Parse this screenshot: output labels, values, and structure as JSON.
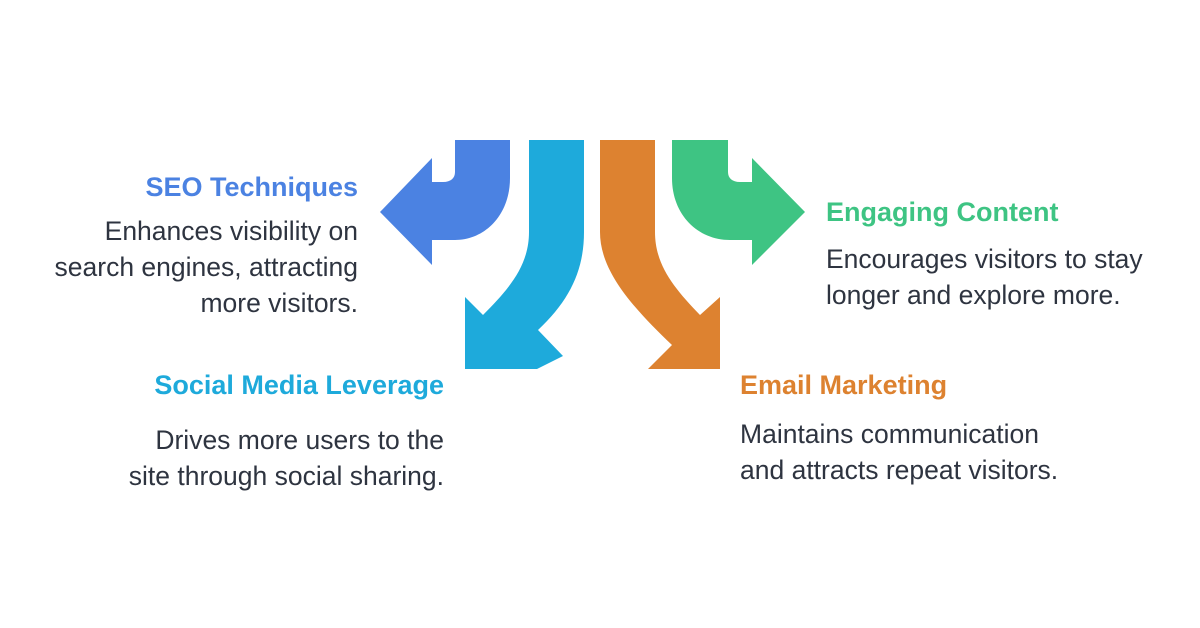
{
  "colors": {
    "seo": "#4b82e2",
    "social": "#1eaadb",
    "email": "#dd8230",
    "engaging": "#3ec483",
    "text": "#2e3440"
  },
  "diagram": {
    "seo": {
      "title": "SEO Techniques",
      "description": [
        "Enhances visibility on",
        "search engines, attracting",
        "more visitors."
      ]
    },
    "social": {
      "title": "Social Media Leverage",
      "description": [
        "Drives more users to the",
        "site through social sharing."
      ]
    },
    "engaging": {
      "title": "Engaging Content",
      "description": [
        "Encourages visitors to stay",
        "longer and explore more."
      ]
    },
    "email": {
      "title": "Email Marketing",
      "description": [
        "Maintains communication",
        "and attracts repeat visitors."
      ]
    }
  }
}
